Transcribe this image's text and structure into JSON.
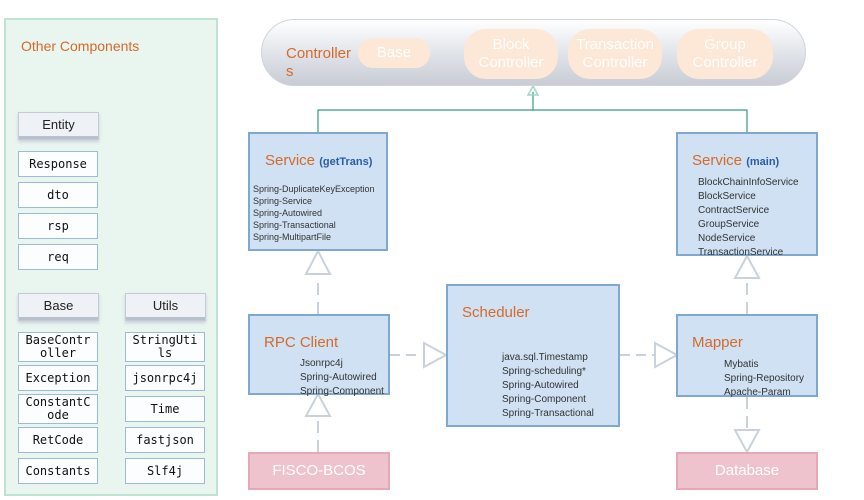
{
  "other_components": {
    "title": "Other Components",
    "entity": {
      "header": "Entity",
      "items": [
        "Response",
        "dto",
        "rsp",
        "req"
      ]
    },
    "base": {
      "header": "Base",
      "items": [
        "BaseController",
        "Exception",
        "ConstantCode",
        "RetCode",
        "Constants"
      ]
    },
    "utils": {
      "header": "Utils",
      "items": [
        "StringUtils",
        "jsonrpc4j",
        "Time",
        "fastjson",
        "Slf4j"
      ]
    }
  },
  "controllers": {
    "title": "Controllers",
    "base": "Base",
    "block": "Block Controller",
    "transaction": "Transaction Controller",
    "group": "Group Controller"
  },
  "service_gettrans": {
    "title": "Service",
    "subtitle": "(getTrans)",
    "lines": [
      "Spring-DuplicateKeyException",
      "Spring-Service",
      "Spring-Autowired",
      "Spring-Transactional",
      "Spring-MultipartFile"
    ]
  },
  "service_main": {
    "title": "Service",
    "subtitle": "(main)",
    "lines": [
      "BlockChainInfoService",
      "BlockService",
      "ContractService",
      "GroupService",
      "NodeService",
      "TransactionService"
    ]
  },
  "rpc_client": {
    "title": "RPC Client",
    "lines": [
      "Jsonrpc4j",
      "Spring-Autowired",
      "Spring-Component"
    ]
  },
  "scheduler": {
    "title": "Scheduler",
    "lines": [
      "java.sql.Timestamp",
      "Spring-scheduling*",
      "Spring-Autowired",
      "Spring-Component",
      "Spring-Transactional"
    ]
  },
  "mapper": {
    "title": "Mapper",
    "lines": [
      "Mybatis",
      "Spring-Repository",
      "Apache-Param"
    ]
  },
  "fisco": {
    "label": "FISCO-BCOS"
  },
  "database": {
    "label": "Database"
  },
  "colors": {
    "accent": "#d66a2a",
    "box_fill": "#cfe1f2",
    "box_border": "#7ea8cf",
    "connector": "#2e9e87",
    "pink": "#efc3cd"
  }
}
